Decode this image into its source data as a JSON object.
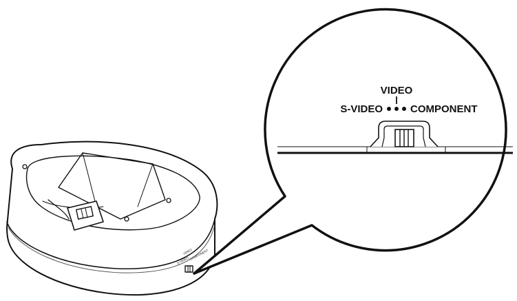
{
  "callout": {
    "label_video": "VIDEO",
    "label_svideo": "S-VIDEO",
    "label_component": "COMPONENT"
  },
  "device": {
    "tiny_video": "VIDEO",
    "tiny_svideo": "S-VIDEO",
    "tiny_component": "COMPONENT"
  },
  "colors": {
    "line": "#111111",
    "background": "#ffffff"
  }
}
